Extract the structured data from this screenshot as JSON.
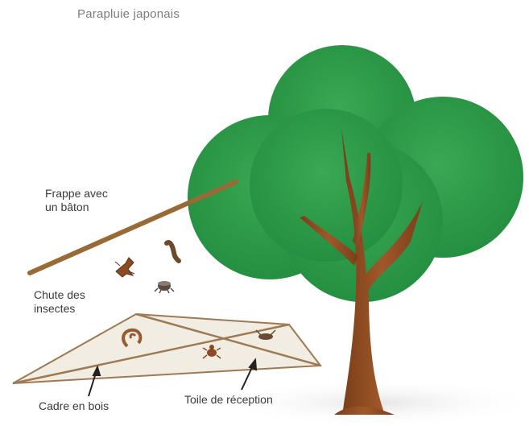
{
  "title": "Parapluie japonais",
  "labels": {
    "strike": "Frappe avec\nun bâton",
    "fall": "Chute des\ninsectes",
    "frame": "Cadre en bois",
    "sheet": "Toile de réception"
  },
  "colors": {
    "foliage": "#2e9a48",
    "trunk": "#8b4a1e",
    "stick": "#9a6a36",
    "sheet": "#f2ede2",
    "frame": "#9e7a52",
    "insect": "#8b4a24"
  },
  "icons": [
    "tree-icon",
    "stick-icon",
    "insect-icon",
    "beetle-icon",
    "larva-icon",
    "snail-icon",
    "arrow-icon"
  ]
}
